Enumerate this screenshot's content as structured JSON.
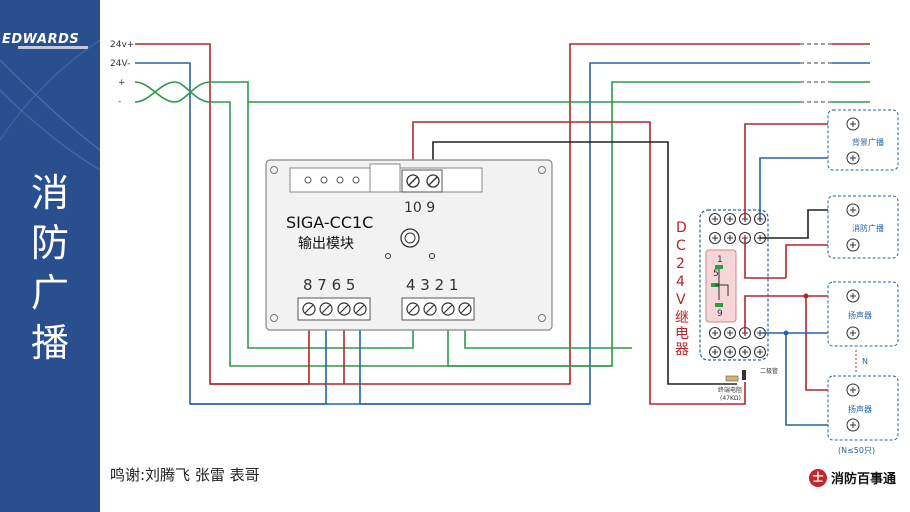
{
  "sidebar": {
    "logo": "EDWARDS",
    "title_chars": [
      "消",
      "防",
      "广",
      "播"
    ]
  },
  "bus_labels": [
    "24v+",
    "24V-",
    "+",
    "-"
  ],
  "module": {
    "model": "SIGA-CC1C",
    "subtitle": "输出模块",
    "top_terminals": "10 9",
    "left_terminals": "8 7 6 5",
    "right_terminals": "4 3 2 1"
  },
  "relay": {
    "label_chars": [
      "D",
      "C",
      "2",
      "4",
      "V",
      "继",
      "电",
      "器"
    ],
    "pins": [
      "1",
      "5",
      "9"
    ],
    "resistor_label": "终端电阻",
    "resistor_value": "(47KΩ)",
    "diode_label": "二极管"
  },
  "outputs": {
    "bg_music": "背景广播",
    "fire_broadcast": "消防广播",
    "speaker1": "扬声器",
    "speaker2": "扬声器",
    "n_label": "N",
    "n_limit": "(N≤50只)"
  },
  "credits": "鸣谢:刘腾飞  张雷  表哥",
  "brand": "消防百事通",
  "colors": {
    "sidebar": "#2a4f8f",
    "red_wire": "#b3262c",
    "blue_wire": "#2563a6",
    "green_wire": "#2e9a4c",
    "black_wire": "#222222"
  }
}
